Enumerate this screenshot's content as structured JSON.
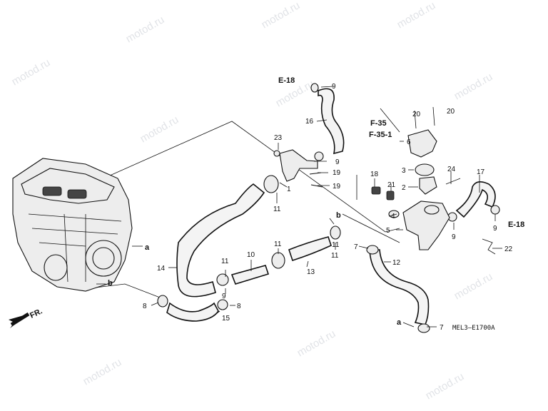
{
  "watermark": "motod.ru",
  "diagram_code": "MEL3—E1700A",
  "direction_label": "FR.",
  "refs": {
    "e18_top": "E-18",
    "e18_right": "E-18",
    "f35": "F-35",
    "f351": "F-35-1"
  },
  "callouts": {
    "c1": "1",
    "c2": "2",
    "c3": "3",
    "c4": "4",
    "c5": "5",
    "c6": "6",
    "c7a": "7",
    "c7b": "7",
    "c8a": "8",
    "c8b": "8",
    "c9a": "9",
    "c9b": "9",
    "c9c": "9",
    "c9d": "9",
    "c10": "10",
    "c11a": "11",
    "c11b": "11",
    "c11c": "11",
    "c11d": "11",
    "c12": "12",
    "c13": "13",
    "c14": "14",
    "c15": "15",
    "c16": "16",
    "c17": "17",
    "c18": "18",
    "c19a": "19",
    "c19b": "19",
    "c20a": "20",
    "c20b": "20",
    "c21": "21",
    "c22": "22",
    "c23": "23",
    "c24": "24",
    "la1": "a",
    "la2": "a",
    "lb1": "b",
    "lb2": "b"
  }
}
